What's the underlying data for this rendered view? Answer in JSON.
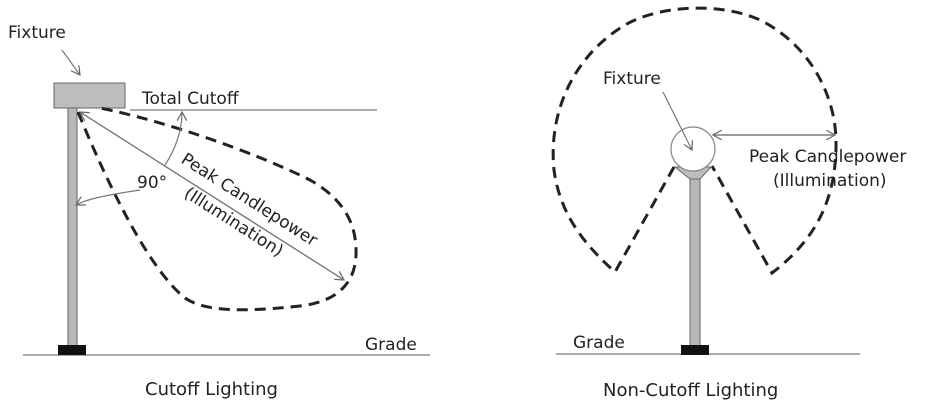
{
  "cutoff_panel": {
    "fixture_label": "Fixture",
    "total_cutoff_label": "Total Cutoff",
    "angle_label": "90°",
    "peak_label": "Peak Candlepower",
    "illumination_label": "(Illumination)",
    "grade_label": "Grade",
    "caption": "Cutoff Lighting"
  },
  "noncutoff_panel": {
    "fixture_label": "Fixture",
    "peak_label": "Peak Candlepower",
    "illumination_label": "(Illumination)",
    "grade_label": "Grade",
    "caption": "Non-Cutoff Lighting"
  },
  "colors": {
    "pole": "#b8b8b8",
    "fixture": "#bdbdbd",
    "base": "#111111",
    "line": "#777777"
  }
}
